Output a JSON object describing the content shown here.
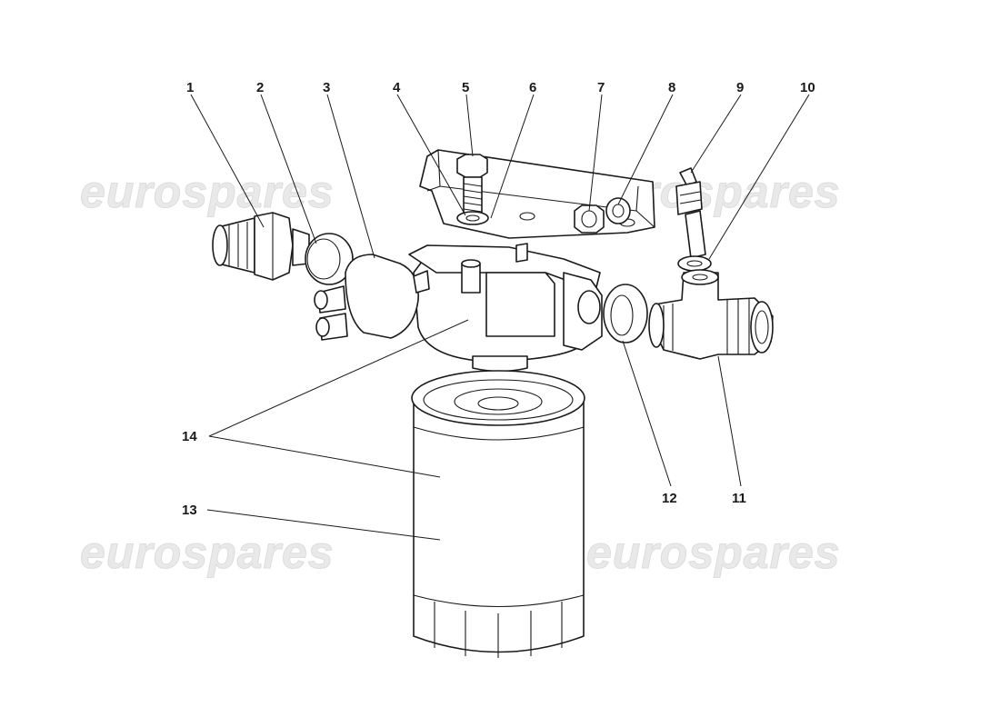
{
  "watermarks": [
    "eurospares",
    "eurospares",
    "eurospares",
    "eurospares"
  ],
  "callouts": [
    "1",
    "2",
    "3",
    "4",
    "5",
    "6",
    "7",
    "8",
    "9",
    "10",
    "11",
    "12",
    "13",
    "14"
  ],
  "parts": {
    "p1": "union-fitting-icon",
    "p2": "sealing-ring-icon",
    "p3": "pressure-sender-icon",
    "p4": "washer-icon",
    "p5": "bolt-icon",
    "p6": "mounting-bracket-icon",
    "p7": "nut-icon",
    "p8": "washer-icon",
    "p9": "temperature-sender-icon",
    "p10": "sealing-ring-icon",
    "p11": "tee-fitting-icon",
    "p12": "sealing-ring-icon",
    "p13": "oil-filter-cartridge-icon",
    "p14": "filter-support-housing-icon"
  }
}
